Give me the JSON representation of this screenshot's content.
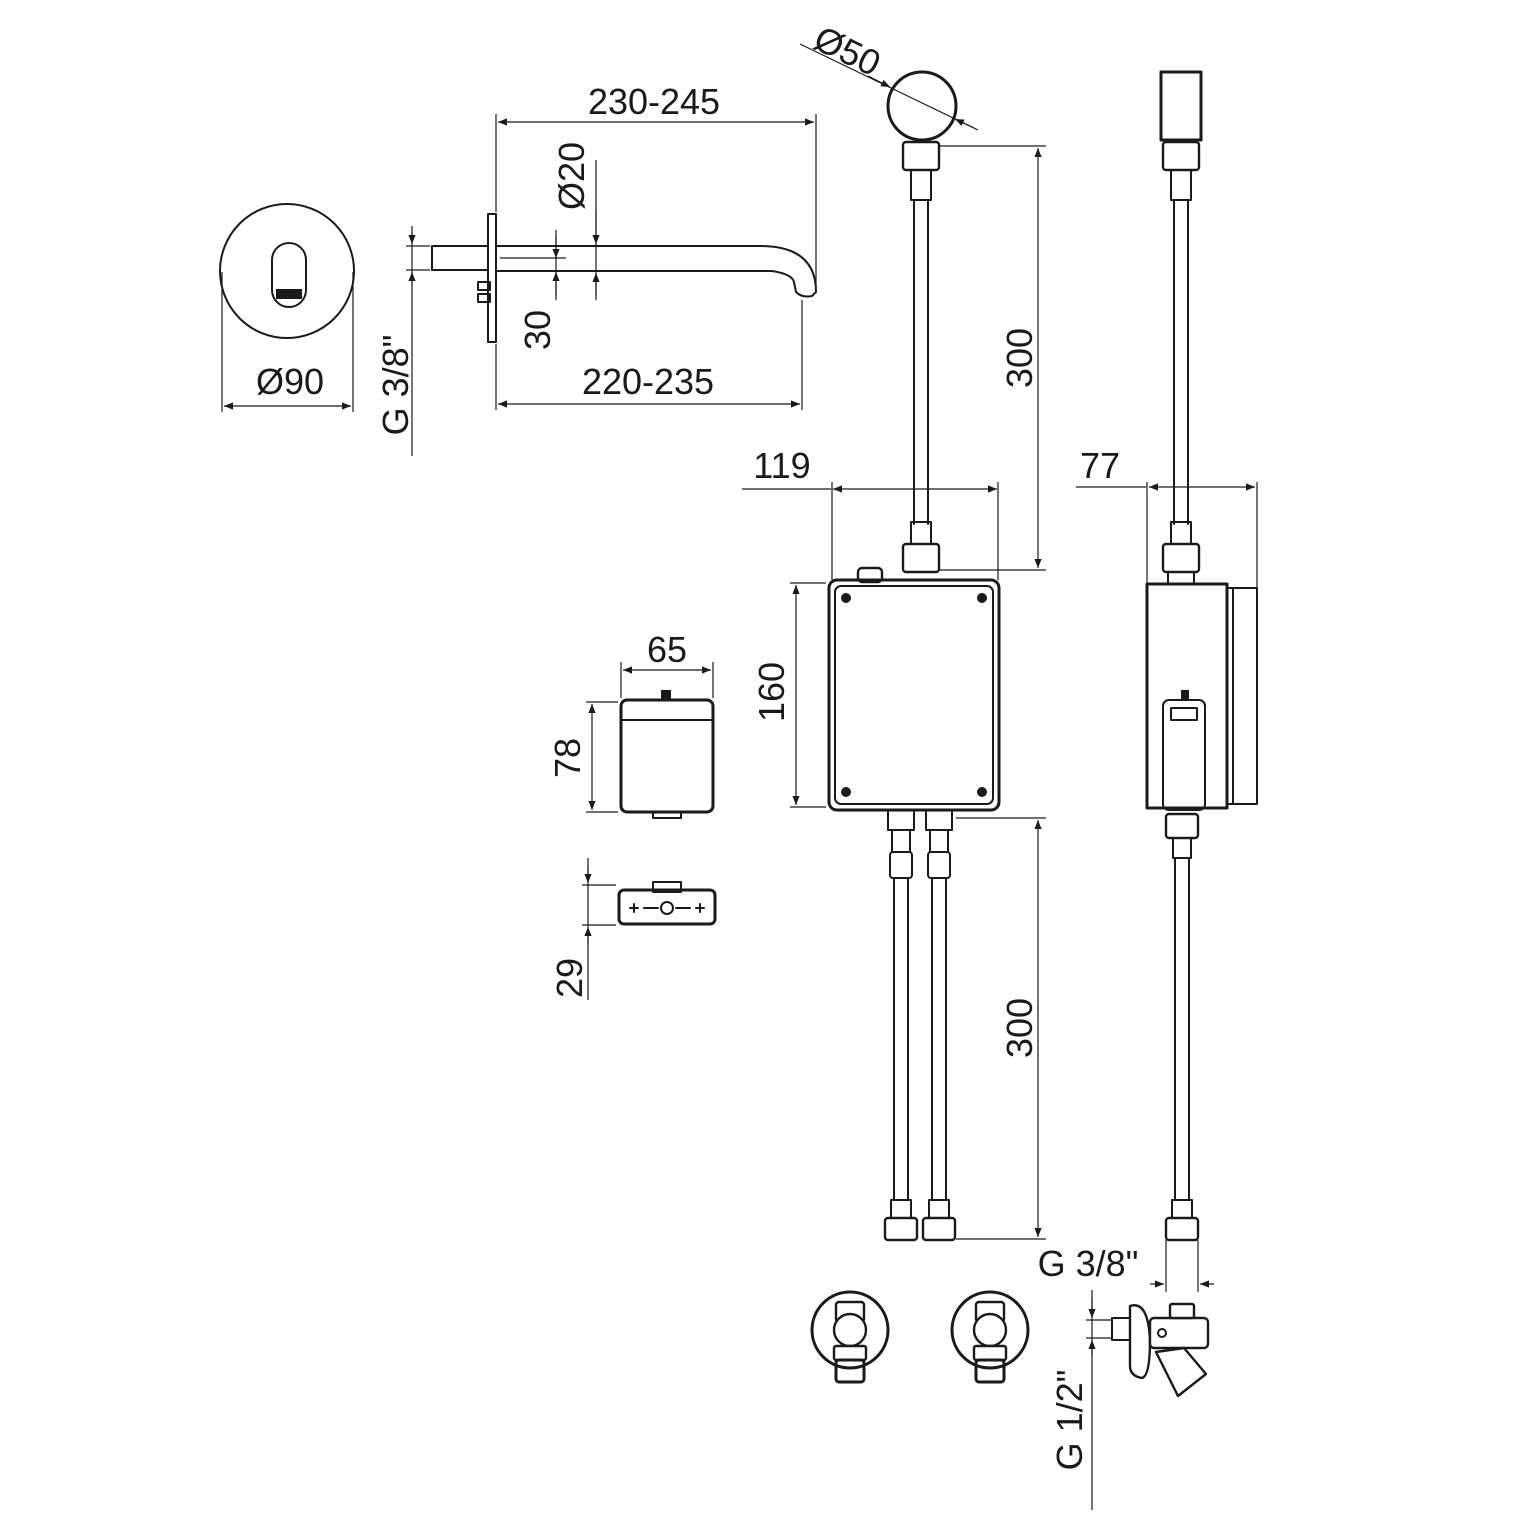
{
  "dimensions": {
    "spout_length_top": "230-245",
    "spout_length_bottom": "220-235",
    "spout_diameter": "Ø20",
    "spout_offset": "30",
    "plate_diameter": "Ø90",
    "spout_thread": "G 3/8\"",
    "sensor_diameter": "Ø50",
    "upper_hose_length": "300",
    "box_width_front": "119",
    "box_depth_side": "77",
    "box_height": "160",
    "battery_width": "65",
    "battery_height": "78",
    "bracket_height": "29",
    "lower_hose_length": "300",
    "hose_outlet_thread": "G 3/8\"",
    "valve_inlet_thread": "G 1/2\""
  }
}
